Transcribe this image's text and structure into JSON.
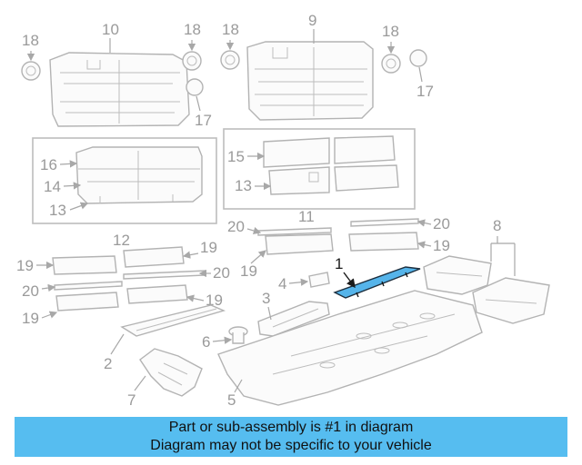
{
  "labels": {
    "l1": "1",
    "l2": "2",
    "l3": "3",
    "l4": "4",
    "l5": "5",
    "l6": "6",
    "l7": "7",
    "l8": "8",
    "l9": "9",
    "l10": "10",
    "l11": "11",
    "l12": "12",
    "l13a": "13",
    "l13b": "13",
    "l14": "14",
    "l15": "15",
    "l16": "16",
    "l17a": "17",
    "l17b": "17",
    "l18a": "18",
    "l18b": "18",
    "l18c": "18",
    "l18d": "18",
    "l19a": "19",
    "l19b": "19",
    "l19c": "19",
    "l19d": "19",
    "l19e": "19",
    "l19f": "19",
    "l20a": "20",
    "l20b": "20",
    "l20c": "20",
    "l20d": "20"
  },
  "banner": {
    "line1": "Part or sub-assembly is #1 in diagram",
    "line2": "Diagram may not be specific to your vehicle"
  },
  "colors": {
    "highlight": "#55b4ea",
    "banner": "#56bdf0",
    "part_stroke": "#b3b3b3"
  }
}
